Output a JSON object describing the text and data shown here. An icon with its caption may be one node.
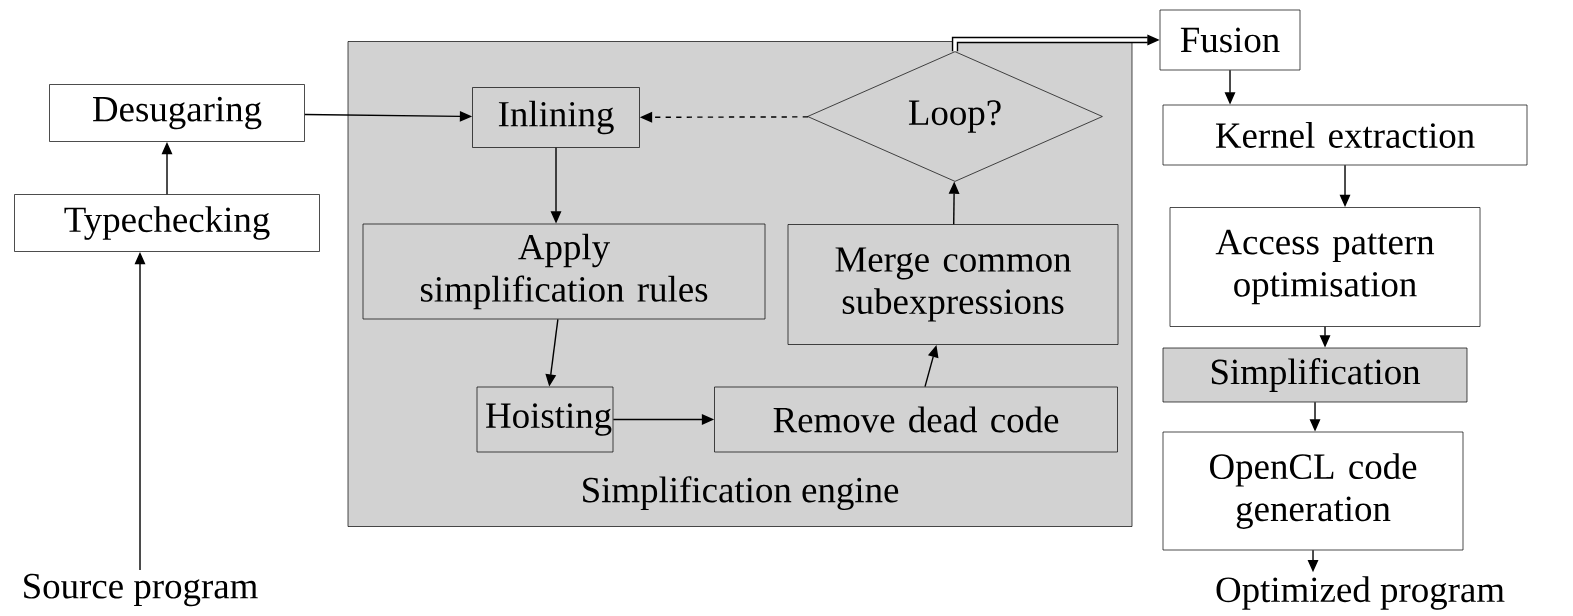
{
  "diagram": {
    "nodes": [
      {
        "text": [
          "Source program"
        ]
      },
      {
        "text": [
          "Typechecking"
        ]
      },
      {
        "text": [
          "Desugaring"
        ]
      },
      {
        "text": [
          "Simplification engine"
        ]
      },
      {
        "text": [
          "Inlining"
        ],
        "in": 3
      },
      {
        "text": [
          "Loop?"
        ],
        "in": 3
      },
      {
        "text": [
          "Apply simplification rules"
        ],
        "in": 3
      },
      {
        "text": [
          "Merge common subexpressions"
        ],
        "in": 3
      },
      {
        "text": [
          "Hoisting"
        ],
        "in": 3
      },
      {
        "text": [
          "Remove dead code"
        ],
        "in": 3
      },
      {
        "text": [
          "Fusion"
        ]
      },
      {
        "text": [
          "Kernel extraction"
        ]
      },
      {
        "text": [
          "Access pattern optimisation"
        ]
      },
      {
        "text": [
          "Simplification"
        ]
      },
      {
        "text": [
          "OpenCL code generation"
        ]
      },
      {
        "text": [
          "Optimized program"
        ]
      }
    ],
    "edges": [
      {
        "from": 0,
        "to": 1,
        "arrow": "to"
      },
      {
        "from": 1,
        "to": 2,
        "arrow": "to"
      },
      {
        "from": 2,
        "to": 4,
        "arrow": "to"
      },
      {
        "from": 4,
        "to": 6,
        "arrow": "to"
      },
      {
        "from": 6,
        "to": 8,
        "arrow": "to"
      },
      {
        "from": 8,
        "to": 9,
        "arrow": "to"
      },
      {
        "from": 9,
        "to": 7,
        "arrow": "to"
      },
      {
        "from": 7,
        "to": 5,
        "arrow": "to"
      },
      {
        "from": 5,
        "to": 4,
        "arrow": "to",
        "style": "dashed"
      },
      {
        "from": 5,
        "to": 10,
        "arrow": "to",
        "style": "thick"
      },
      {
        "from": 10,
        "to": 11,
        "arrow": "to"
      },
      {
        "from": 11,
        "to": 12,
        "arrow": "to"
      },
      {
        "from": 12,
        "to": 13,
        "arrow": "to"
      },
      {
        "from": 13,
        "to": 14,
        "arrow": "to"
      },
      {
        "from": 14,
        "to": 15,
        "arrow": "to"
      }
    ]
  }
}
